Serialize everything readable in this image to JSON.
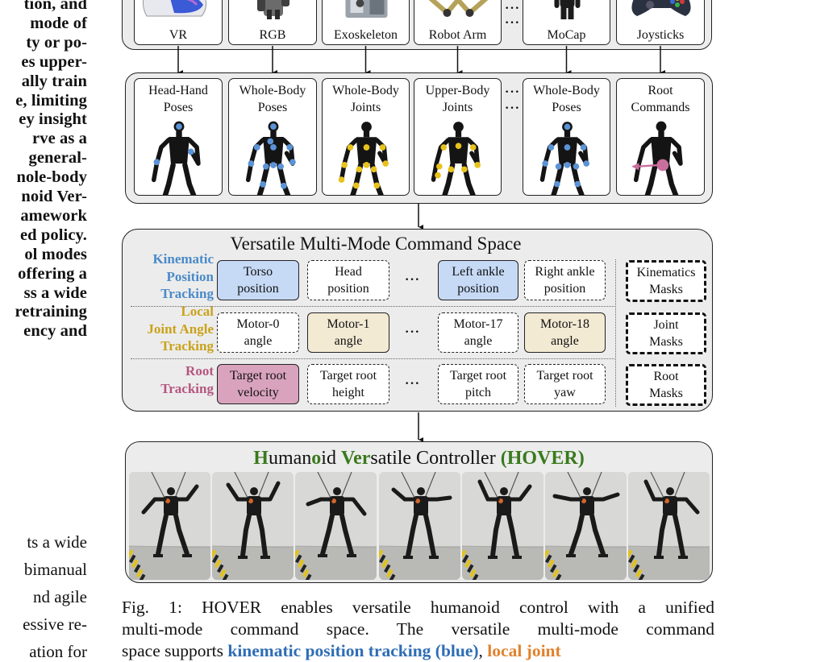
{
  "left_column": {
    "bold_lines": [
      "tion, and",
      "mode of",
      "ty or po-",
      "es upper-",
      "ally train",
      "e, limiting",
      "ey insight",
      "rve as a",
      "general-",
      "nole-body",
      "noid Ver-",
      "amework",
      "ed policy.",
      "ol modes",
      "offering a",
      "ss a wide",
      "retraining",
      "ency and"
    ],
    "normal_lines": [
      "ts a wide",
      "bimanual",
      "nd agile",
      "essive re-",
      "ation for"
    ]
  },
  "devices": [
    {
      "label": "VR",
      "icon": "vr-headset-icon"
    },
    {
      "label": "RGB",
      "icon": "rgb-person-icon"
    },
    {
      "label": "Exoskeleton",
      "icon": "exoskeleton-icon"
    },
    {
      "label": "Robot Arm",
      "icon": "robot-arm-icon"
    },
    {
      "label": "MoCap",
      "icon": "mocap-suit-icon"
    },
    {
      "label": "Joysticks",
      "icon": "gamepad-icon"
    }
  ],
  "ellipsis": "···",
  "poses": [
    {
      "line1": "Head-Hand",
      "line2": "Poses"
    },
    {
      "line1": "Whole-Body",
      "line2": "Poses"
    },
    {
      "line1": "Whole-Body",
      "line2": "Joints"
    },
    {
      "line1": "Upper-Body",
      "line2": "Joints"
    },
    {
      "line1": "Whole-Body",
      "line2": "Poses"
    },
    {
      "line1": "Root",
      "line2": "Commands"
    }
  ],
  "command_space": {
    "title": "Versatile Multi-Mode Command Space",
    "rows": [
      {
        "label_lines": [
          "Kinematic",
          "Position",
          "Tracking"
        ],
        "label_color": "#4a8ac9",
        "cells": [
          {
            "line1": "Torso",
            "line2": "position",
            "filled": true,
            "fill": "#c6d9f5"
          },
          {
            "line1": "Head",
            "line2": "position",
            "filled": false
          },
          {
            "line1": "Left ankle",
            "line2": "position",
            "filled": true,
            "fill": "#c6d9f5"
          },
          {
            "line1": "Right ankle",
            "line2": "position",
            "filled": false
          }
        ],
        "mask": {
          "line1": "Kinematics",
          "line2": "Masks"
        }
      },
      {
        "label_lines": [
          "Local",
          "Joint Angle",
          "Tracking"
        ],
        "label_color": "#c9a21a",
        "cells": [
          {
            "line1": "Motor-0",
            "line2": "angle",
            "filled": false
          },
          {
            "line1": "Motor-1",
            "line2": "angle",
            "filled": true,
            "fill": "#f3ead4"
          },
          {
            "line1": "Motor-17",
            "line2": "angle",
            "filled": false
          },
          {
            "line1": "Motor-18",
            "line2": "angle",
            "filled": true,
            "fill": "#f3ead4"
          }
        ],
        "mask": {
          "line1": "Joint",
          "line2": "Masks"
        }
      },
      {
        "label_lines": [
          "Root",
          "Tracking"
        ],
        "label_color": "#b5557f",
        "cells": [
          {
            "line1": "Target root",
            "line2": "velocity",
            "filled": true,
            "fill": "#d9a3be"
          },
          {
            "line1": "Target root",
            "line2": "height",
            "filled": false
          },
          {
            "line1": "Target root",
            "line2": "pitch",
            "filled": false
          },
          {
            "line1": "Target root",
            "line2": "yaw",
            "filled": false
          }
        ],
        "mask": {
          "line1": "Root",
          "line2": "Masks"
        }
      }
    ]
  },
  "hover": {
    "title_segments": [
      {
        "text": "H",
        "green": true
      },
      {
        "text": "uman",
        "green": false
      },
      {
        "text": "o",
        "green": true
      },
      {
        "text": "id ",
        "green": false
      },
      {
        "text": "Ver",
        "green": true
      },
      {
        "text": "satile Controller ",
        "green": false
      },
      {
        "text": "(HOVER)",
        "green": true
      }
    ],
    "photo_count": 7
  },
  "caption": {
    "lines": [
      "Fig. 1: HOVER enables versatile humanoid control with a unified",
      "multi-mode command space. The versatile multi-mode command"
    ],
    "partial_line": [
      {
        "text": "space supports ",
        "color": "#111",
        "bold": false
      },
      {
        "text": "kinematic position tracking (blue)",
        "color": "#2e6db5",
        "bold": true
      },
      {
        "text": ", ",
        "color": "#111",
        "bold": false
      },
      {
        "text": "local joint",
        "color": "#e0822e",
        "bold": true
      }
    ]
  },
  "colors": {
    "panel_bg": "#ececec",
    "kinematic_blue": "#5b93d6",
    "joint_yellow": "#e8c21c",
    "root_pink": "#c96f9e",
    "robot_black": "#141414",
    "hover_green": "#3a7a1e"
  }
}
